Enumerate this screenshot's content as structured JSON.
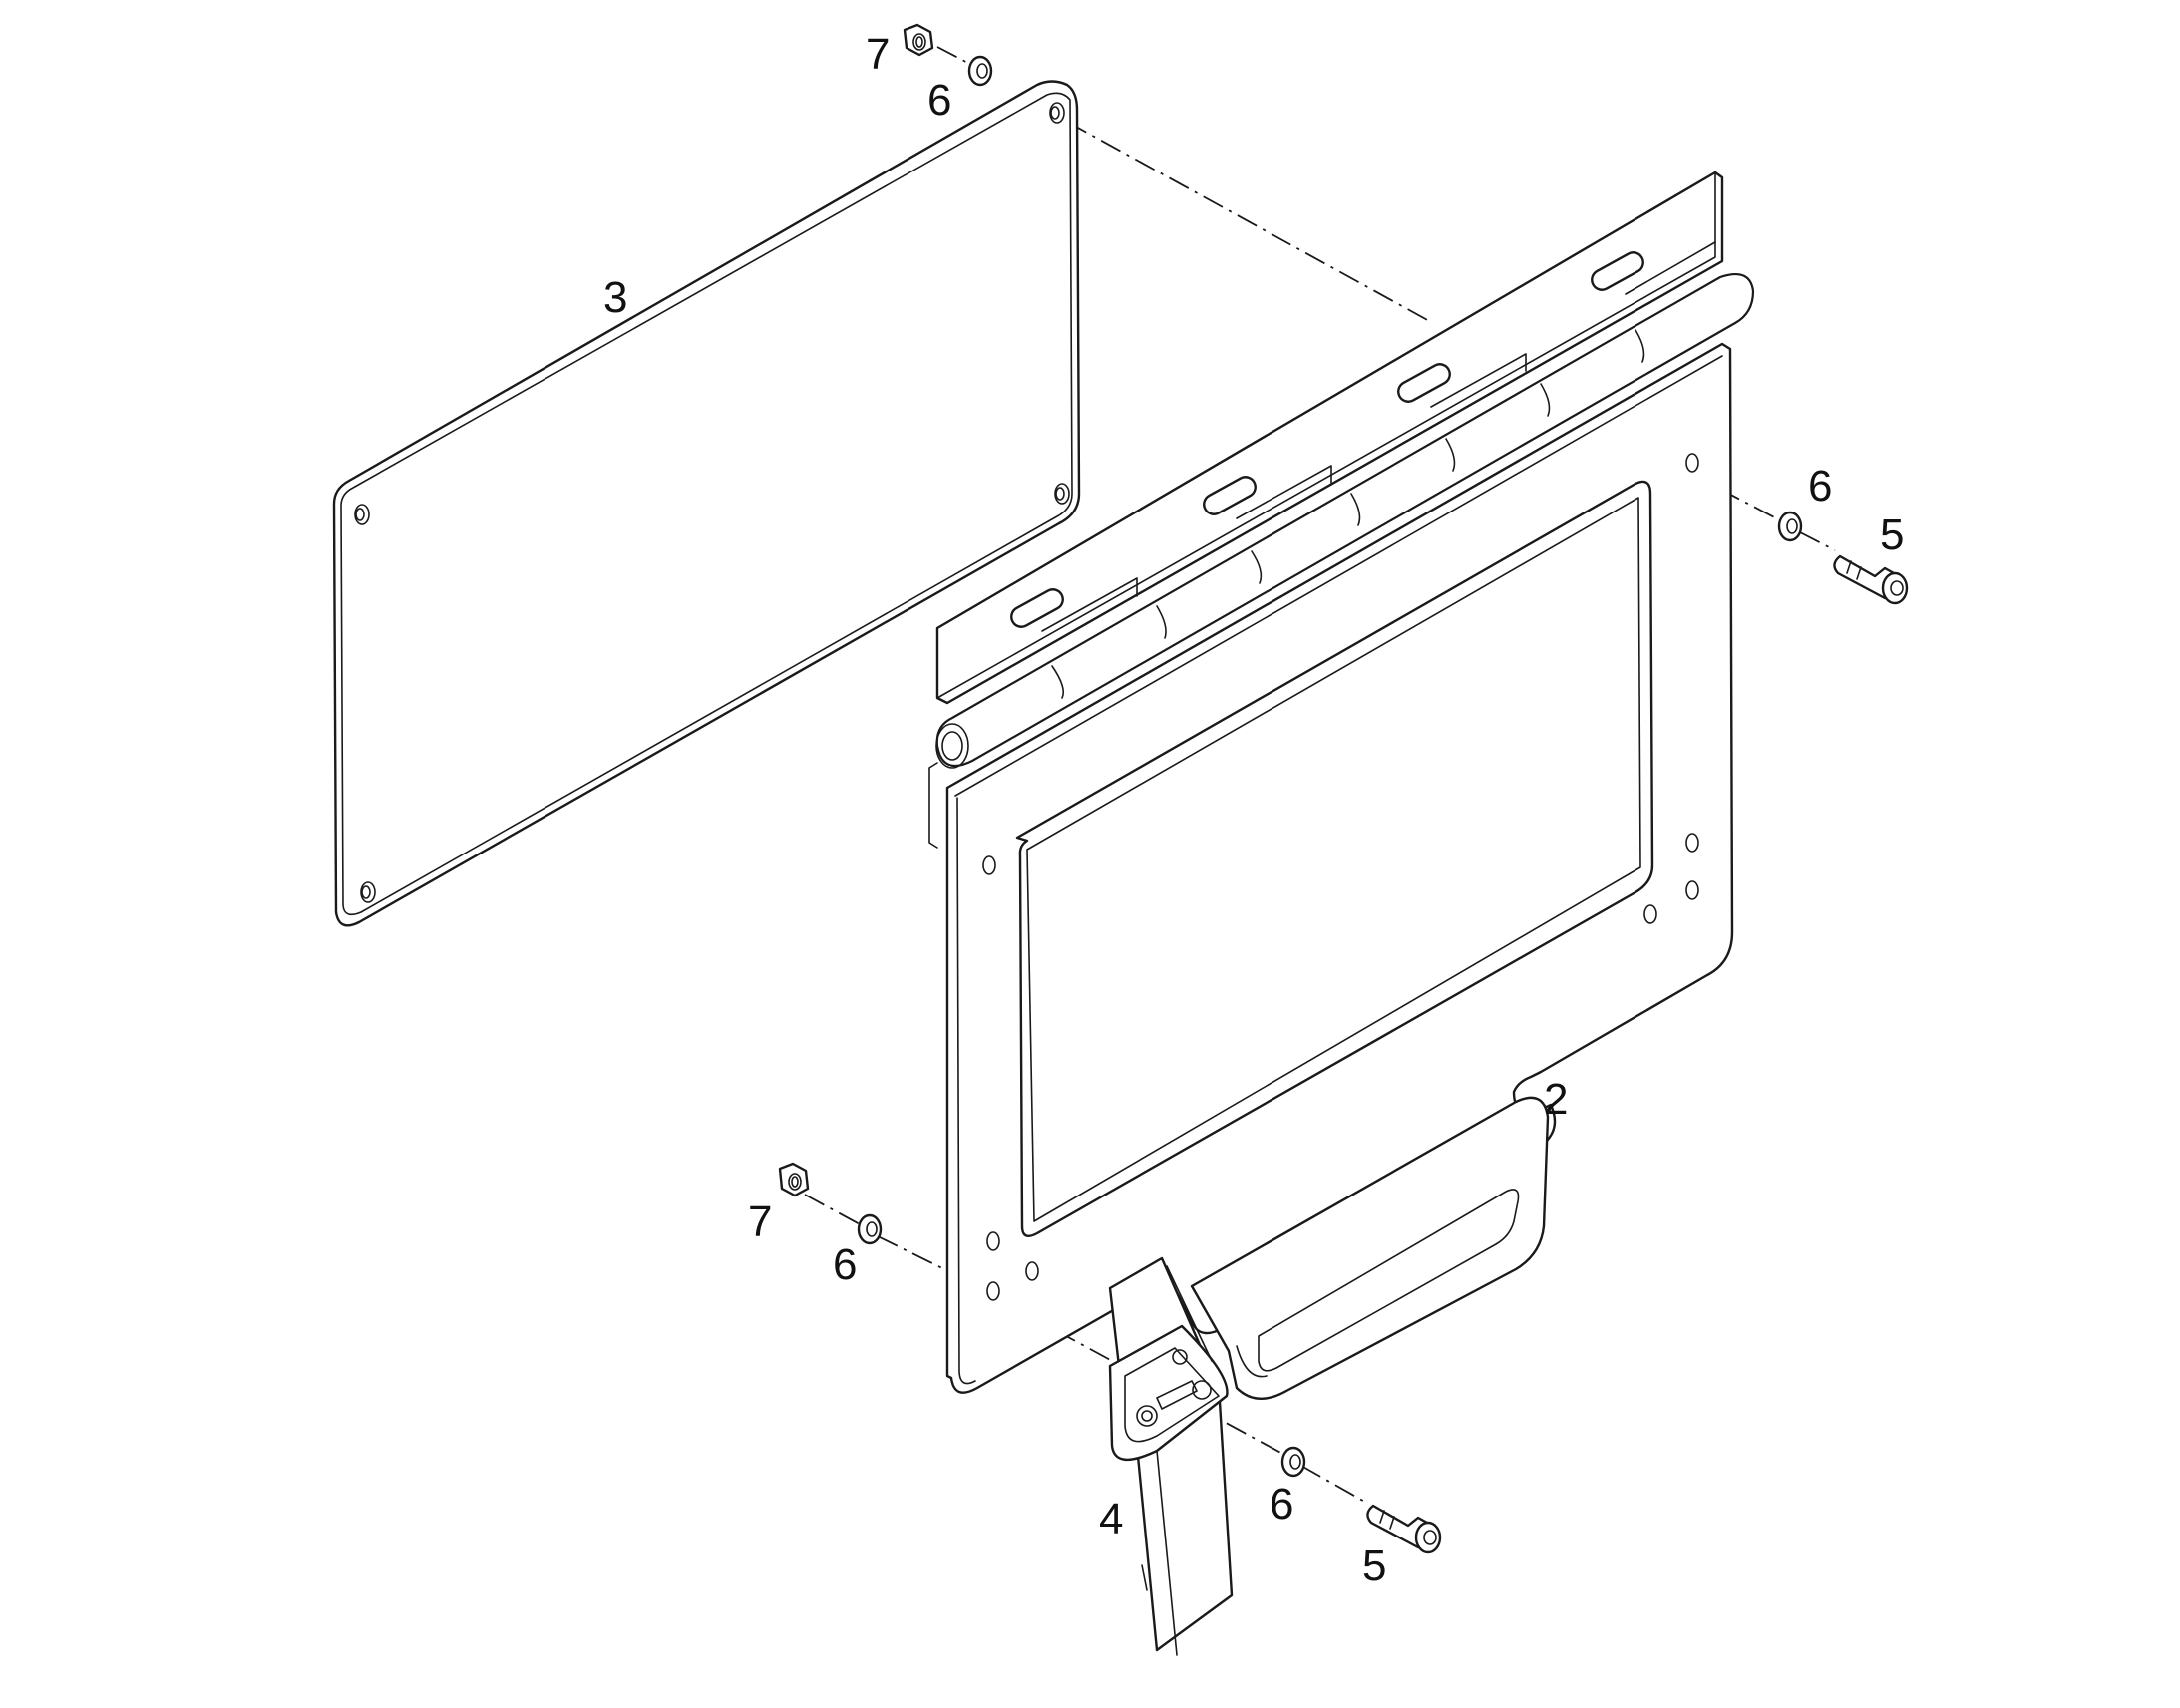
{
  "callouts": [
    {
      "id": "label-3",
      "text": "3"
    },
    {
      "id": "label-2",
      "text": "2"
    },
    {
      "id": "label-4",
      "text": "4"
    },
    {
      "id": "label-5-top",
      "text": "5"
    },
    {
      "id": "label-5-bottom",
      "text": "5"
    },
    {
      "id": "label-6-top-left",
      "text": "6"
    },
    {
      "id": "label-6-top-right",
      "text": "6"
    },
    {
      "id": "label-6-bottom-left",
      "text": "6"
    },
    {
      "id": "label-6-bottom-right",
      "text": "6"
    },
    {
      "id": "label-7-top",
      "text": "7"
    },
    {
      "id": "label-7-bottom",
      "text": "7"
    }
  ]
}
